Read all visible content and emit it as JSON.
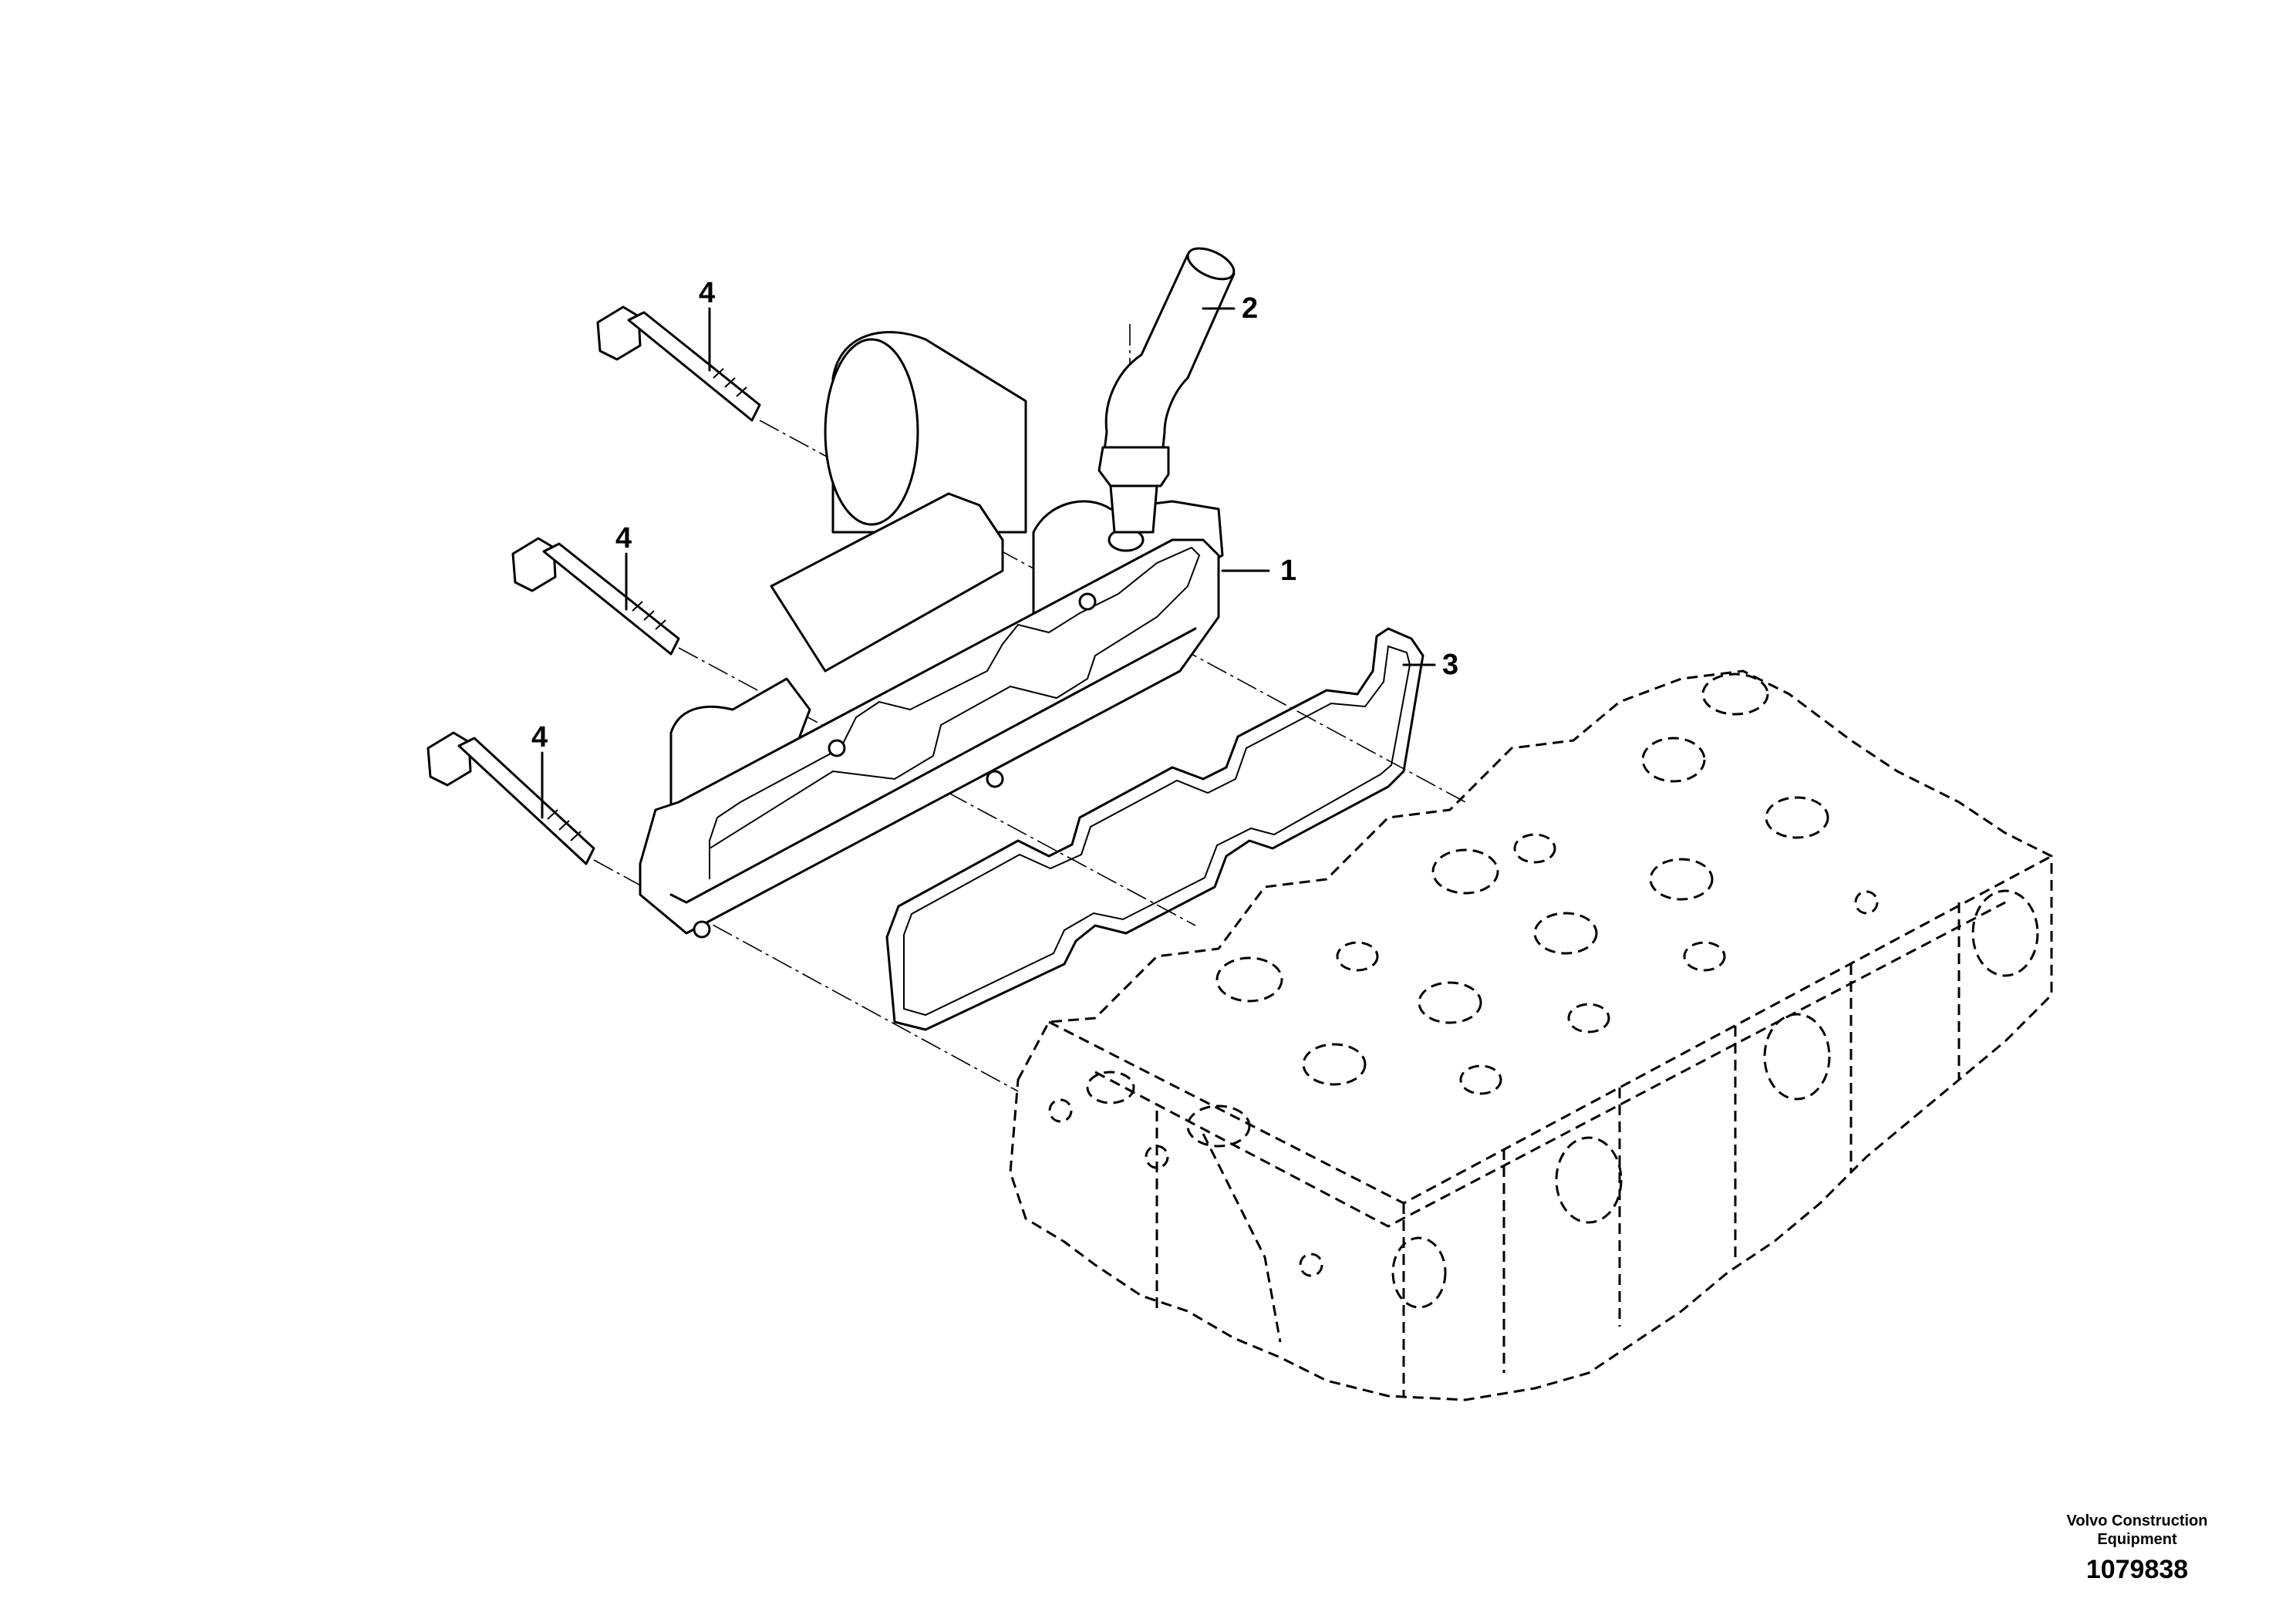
{
  "callouts": [
    {
      "id": "1",
      "label": "1",
      "part": "cover"
    },
    {
      "id": "2",
      "label": "2",
      "part": "breather-pipe"
    },
    {
      "id": "3",
      "label": "3",
      "part": "gasket"
    },
    {
      "id": "4a",
      "label": "4",
      "part": "bolt"
    },
    {
      "id": "4b",
      "label": "4",
      "part": "bolt"
    },
    {
      "id": "4c",
      "label": "4",
      "part": "bolt"
    }
  ],
  "footer": {
    "brand_line1": "Volvo Construction",
    "brand_line2": "Equipment",
    "doc_number": "1079838"
  }
}
